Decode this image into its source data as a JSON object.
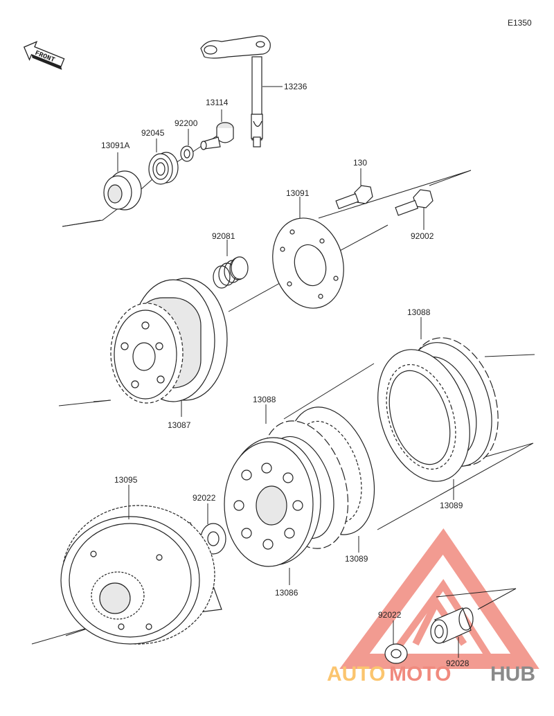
{
  "diagram_code": "E1350",
  "front_label": "FRONT",
  "parts": {
    "p13236": "13236",
    "p13114": "13114",
    "p92200": "92200",
    "p92045": "92045",
    "p13091A": "13091A",
    "p130": "130",
    "p13091": "13091",
    "p92002": "92002",
    "p92081": "92081",
    "p13087": "13087",
    "p13088_right": "13088",
    "p13088_left": "13088",
    "p13089_right": "13089",
    "p13089_left": "13089",
    "p13095": "13095",
    "p92022_center": "92022",
    "p13086": "13086",
    "p92022_bottom": "92022",
    "p92028": "92028"
  },
  "watermark": {
    "part1": "AUTO",
    "part2": "MOTO",
    "part3": "HUB",
    "color_primary": "#f08a7e",
    "color_secondary": "#fbc56f",
    "color_text_dark": "#8a8a8a"
  }
}
